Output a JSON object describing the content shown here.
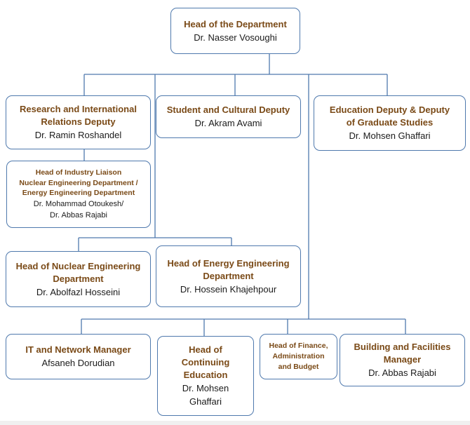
{
  "chart": {
    "head": {
      "title": "Head of the Department",
      "name": "Dr. Nasser Vosoughi"
    },
    "research": {
      "title_l1": "Research and International",
      "title_l2": "Relations Deputy",
      "name": "Dr. Ramin Roshandel"
    },
    "student": {
      "title": "Student and Cultural Deputy",
      "name": "Dr. Akram Avami"
    },
    "education": {
      "title_l1": "Education Deputy & Deputy",
      "title_l2": "of Graduate Studies",
      "name": "Dr. Mohsen Ghaffari"
    },
    "industry": {
      "title_l1": "Head of Industry Liaison",
      "title_l2": "Nuclear Engineering Department /",
      "title_l3": "Energy Engineering Department",
      "name_l1": "Dr. Mohammad Otoukesh/",
      "name_l2": "Dr. Abbas Rajabi"
    },
    "nuclear": {
      "title_l1": "Head of Nuclear Engineering",
      "title_l2": "Department",
      "name": "Dr. Abolfazl Hosseini"
    },
    "energy": {
      "title_l1": "Head of Energy Engineering",
      "title_l2": "Department",
      "name": "Dr. Hossein Khajehpour"
    },
    "it": {
      "title": "IT and Network Manager",
      "name": "Afsaneh Dorudian"
    },
    "continuing": {
      "title_l1": "Head of",
      "title_l2": "Continuing",
      "title_l3": "Education",
      "name_l1": "Dr. Mohsen",
      "name_l2": "Ghaffari"
    },
    "finance": {
      "title_l1": "Head of Finance,",
      "title_l2": "Administration",
      "title_l3": "and Budget"
    },
    "building": {
      "title_l1": "Building and Facilities",
      "title_l2": "Manager",
      "name": "Dr. Abbas Rajabi"
    }
  },
  "colors": {
    "line": "#4f79ad",
    "title": "#7a4a17",
    "text": "#1a1a1a"
  }
}
